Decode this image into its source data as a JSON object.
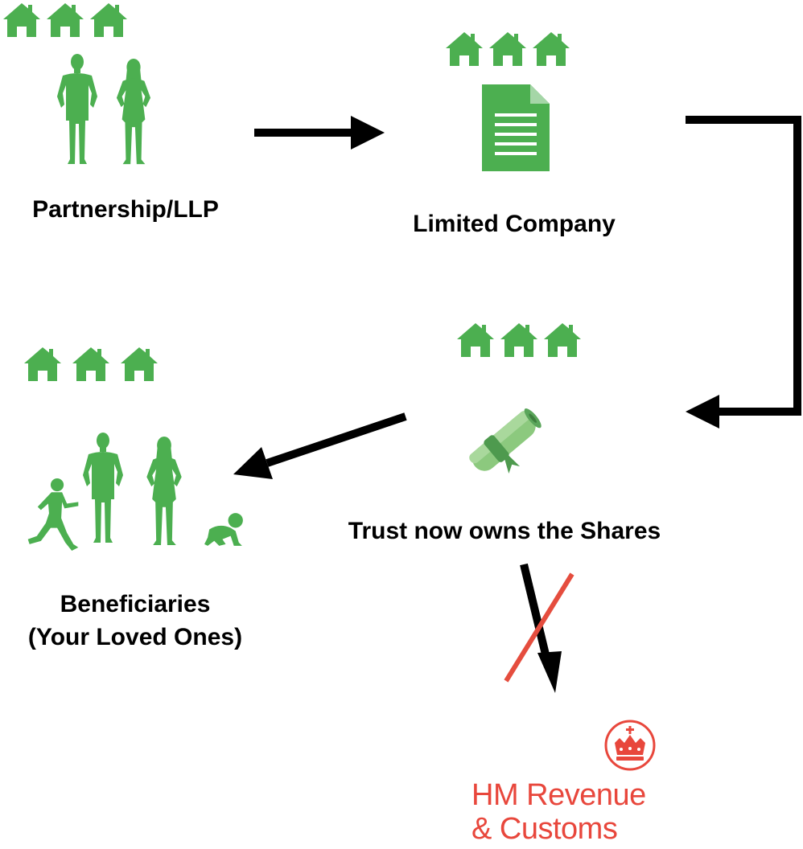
{
  "colors": {
    "green": "#4caf50",
    "arrow": "#000000",
    "cross": "#e54d3e",
    "hmrc_red": "#e8473c"
  },
  "nodes": {
    "partnership": {
      "label": "Partnership/LLP",
      "icons": [
        "house-icon",
        "house-icon",
        "house-icon",
        "man-icon",
        "woman-icon"
      ]
    },
    "limited_company": {
      "label": "Limited Company",
      "icons": [
        "house-icon",
        "house-icon",
        "house-icon",
        "document-icon"
      ]
    },
    "trust": {
      "label": "Trust now owns the Shares",
      "icons": [
        "house-icon",
        "house-icon",
        "house-icon",
        "scroll-icon"
      ]
    },
    "beneficiaries": {
      "label_line1": "Beneficiaries",
      "label_line2": "(Your Loved Ones)",
      "icons": [
        "house-icon",
        "house-icon",
        "house-icon",
        "child-icon",
        "man-icon",
        "woman-icon",
        "baby-icon"
      ]
    }
  },
  "hmrc": {
    "line1": "HM Revenue",
    "line2": "& Customs",
    "icon": "crown-crest-icon"
  },
  "edges": [
    {
      "from": "partnership",
      "to": "limited_company"
    },
    {
      "from": "limited_company",
      "to": "trust"
    },
    {
      "from": "trust",
      "to": "beneficiaries"
    },
    {
      "from": "trust",
      "to": "hmrc",
      "crossed_out": true
    }
  ]
}
